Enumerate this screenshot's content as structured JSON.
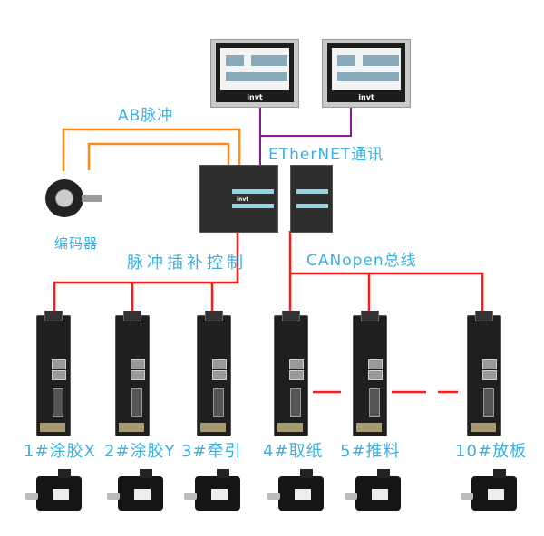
{
  "labels": {
    "ab_pulse": "AB脉冲",
    "ethernet": "ETherNET通讯",
    "encoder": "编码器",
    "pulse_interp": "脉冲插补控制",
    "canopen": "CANopen总线"
  },
  "brand": "invt",
  "axes": [
    {
      "label": "1#涂胶X"
    },
    {
      "label": "2#涂胶Y"
    },
    {
      "label": "3#牵引"
    },
    {
      "label": "4#取纸"
    },
    {
      "label": "5#推料"
    },
    {
      "label": "10#放板"
    }
  ],
  "colors": {
    "ethernet": "#8b1a9a",
    "ab_pulse": "#ff8a1a",
    "pulse_bus": "#ff1a1a",
    "label": "#3bb0e0"
  }
}
